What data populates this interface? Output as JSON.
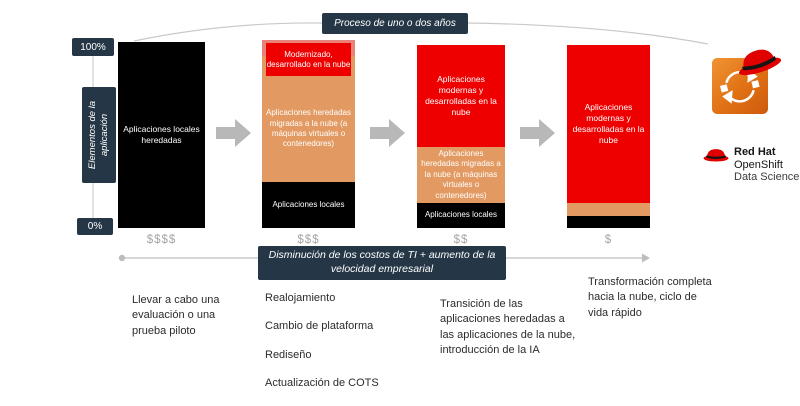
{
  "top_banner": {
    "label": "Proceso de uno o dos años"
  },
  "axis": {
    "top_label": "100%",
    "bottom_label": "0%",
    "side_label": "Elementos de la aplicación"
  },
  "columns": [
    {
      "cost": "$$$$",
      "segments": {
        "black": "Aplicaciones locales heredadas"
      },
      "description": "Llevar a cabo una evaluación o una prueba piloto"
    },
    {
      "cost": "$$$",
      "badge": "Modernizado, desarrollado en la nube",
      "segments": {
        "orange": "Aplicaciones heredadas migradas a la nube (a máquinas virtuales o contenedores)",
        "black": "Aplicaciones locales"
      },
      "items": [
        "Realojamiento",
        "Cambio de plataforma",
        "Rediseño",
        "Actualización de COTS"
      ]
    },
    {
      "cost": "$$",
      "segments": {
        "red": "Aplicaciones modernas y desarrolladas en la nube",
        "orange": "Aplicaciones heredadas migradas a la nube (a máquinas virtuales o contenedores)",
        "black": "Aplicaciones locales"
      },
      "description": "Transición de las aplicaciones heredadas a las aplicaciones de la nube, introducción de la IA"
    },
    {
      "cost": "$",
      "segments": {
        "red": "Aplicaciones modernas y desarrolladas en la nube"
      },
      "description": "Transformación completa hacia la nube, ciclo de vida rápido"
    }
  ],
  "bottom_banner": {
    "label": "Disminución de los costos de TI + aumento de la velocidad empresarial"
  },
  "logo": {
    "brand": "Red Hat",
    "product": "OpenShift",
    "edition": "Data Science"
  },
  "colors": {
    "navy": "#253746",
    "red": "#ee0000",
    "salmon": "#e9837a",
    "tan": "#e29a62",
    "black": "#000000",
    "arrow_gray": "#b8b8b8",
    "line_gray": "#c9c9c9",
    "cost_gray": "#a5a5a5",
    "logo_orange": "#e07013"
  }
}
